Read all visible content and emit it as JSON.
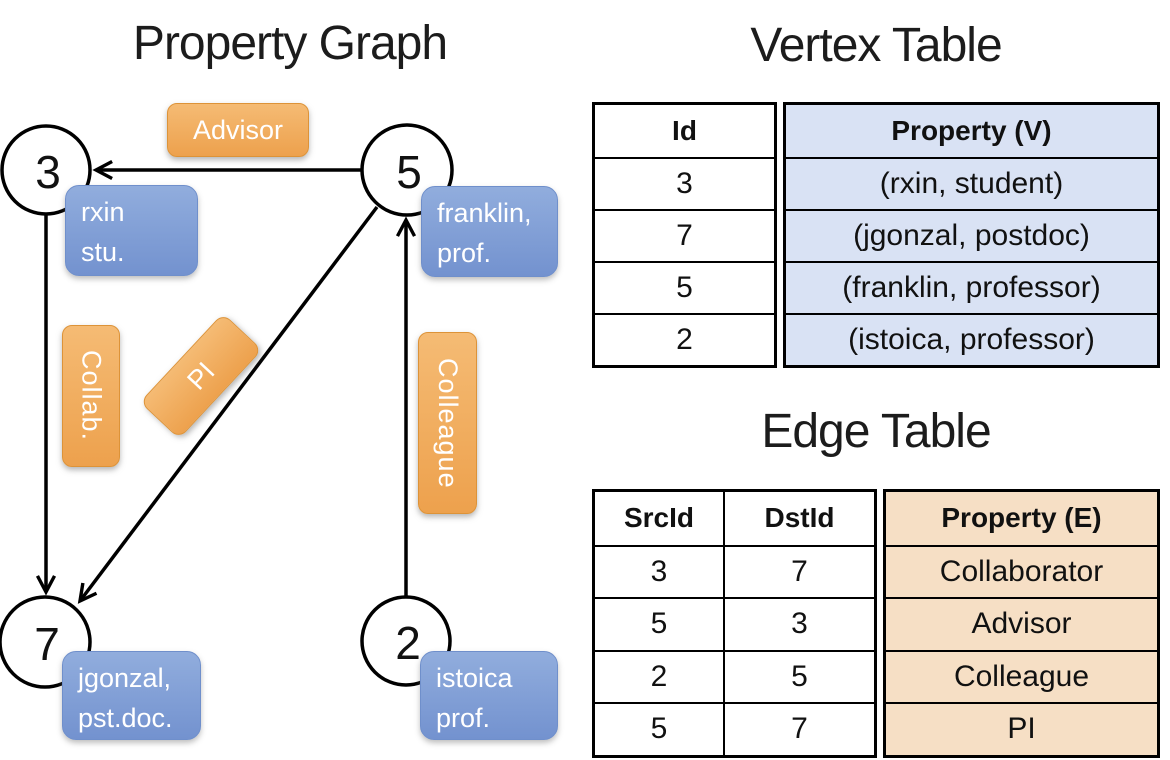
{
  "diagram": {
    "title": "Property Graph",
    "nodes": [
      {
        "id": "3"
      },
      {
        "id": "5"
      },
      {
        "id": "7"
      },
      {
        "id": "2"
      }
    ],
    "edges": [
      {
        "src": "5",
        "dst": "3",
        "label": "Advisor"
      },
      {
        "src": "3",
        "dst": "7",
        "label": "Collab."
      },
      {
        "src": "5",
        "dst": "7",
        "label": "PI"
      },
      {
        "src": "2",
        "dst": "5",
        "label": "Colleague"
      }
    ],
    "property_boxes": [
      {
        "node": "3",
        "lines": [
          "rxin",
          "stu."
        ]
      },
      {
        "node": "5",
        "lines": [
          "franklin,",
          "prof."
        ]
      },
      {
        "node": "7",
        "lines": [
          "jgonzal,",
          "pst.doc."
        ]
      },
      {
        "node": "2",
        "lines": [
          "istoica",
          "prof."
        ]
      }
    ]
  },
  "vertex_table": {
    "title": "Vertex Table",
    "columns": [
      "Id",
      "Property (V)"
    ],
    "rows": [
      [
        "3",
        "(rxin, student)"
      ],
      [
        "7",
        "(jgonzal, postdoc)"
      ],
      [
        "5",
        "(franklin, professor)"
      ],
      [
        "2",
        "(istoica, professor)"
      ]
    ]
  },
  "edge_table": {
    "title": "Edge Table",
    "columns": [
      "SrcId",
      "DstId",
      "Property (E)"
    ],
    "rows": [
      [
        "3",
        "7",
        "Collaborator"
      ],
      [
        "5",
        "3",
        "Advisor"
      ],
      [
        "2",
        "5",
        "Colleague"
      ],
      [
        "5",
        "7",
        "PI"
      ]
    ]
  },
  "colors": {
    "edge_label_fill": "#F0A95C",
    "vertex_box_fill": "#7E9ED7",
    "vertex_table_cell": "#D9E2F4",
    "edge_table_cell": "#F6DFC5",
    "stroke": "#000000"
  }
}
